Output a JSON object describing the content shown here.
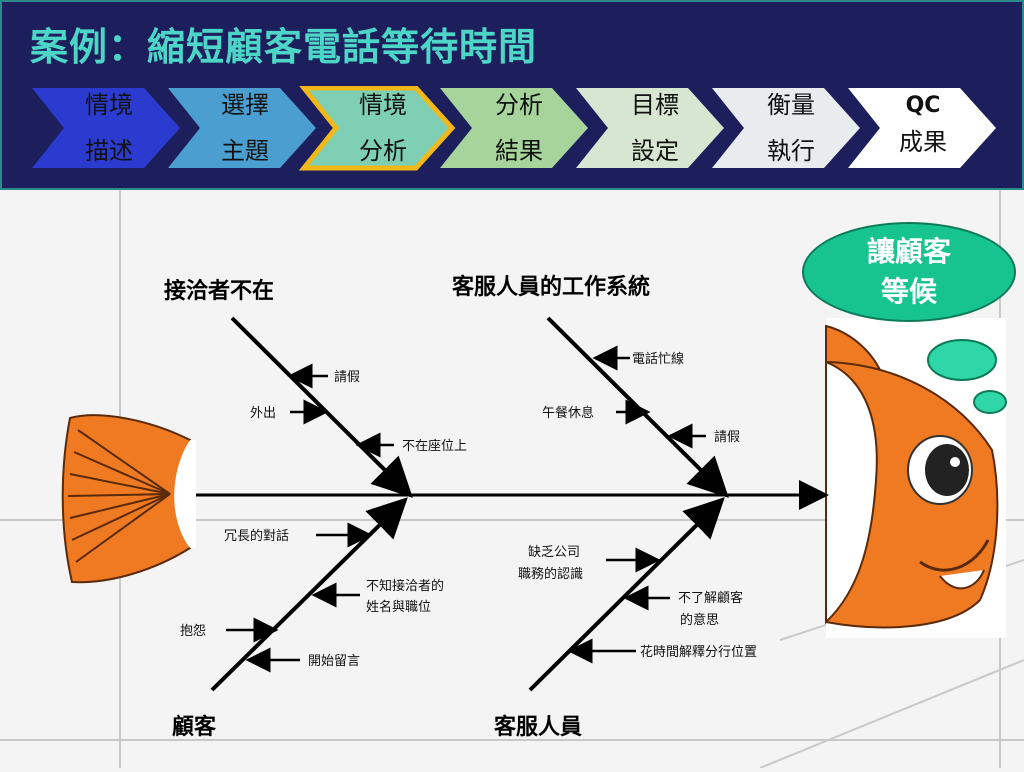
{
  "title": "案例：縮短顧客電話等待時間",
  "steps": [
    {
      "line1": "情境",
      "line2": "描述"
    },
    {
      "line1": "選擇",
      "line2": "主題"
    },
    {
      "line1": "情境",
      "line2": "分析"
    },
    {
      "line1": "分析",
      "line2": "結果"
    },
    {
      "line1": "目標",
      "line2": "設定"
    },
    {
      "line1": "衡量",
      "line2": "執行"
    },
    {
      "line1": "QC",
      "line2": "成果"
    }
  ],
  "effect": "讓顧客\n等候",
  "categories": {
    "top_left": "接洽者不在",
    "top_right": "客服人員的工作系統",
    "bottom_left": "顧客",
    "bottom_right": "客服人員"
  },
  "causes": {
    "tl_1": "請假",
    "tl_2": "外出",
    "tl_3": "不在座位上",
    "tr_1": "電話忙線",
    "tr_2": "午餐休息",
    "tr_3": "請假",
    "bl_1": "冗長的對話",
    "bl_2a": "不知接洽者的",
    "bl_2b": "姓名與職位",
    "bl_3": "抱怨",
    "bl_4": "開始留言",
    "br_1a": "缺乏公司",
    "br_1b": "職務的認識",
    "br_2a": "不了解顧客",
    "br_2b": "的意思",
    "br_3": "花時間解釋分行位置"
  },
  "colors": {
    "header_bg": "#1c1f5c",
    "title": "#4dd6c8",
    "bubble": "#17c48f",
    "fish_orange": "#f07a22"
  }
}
